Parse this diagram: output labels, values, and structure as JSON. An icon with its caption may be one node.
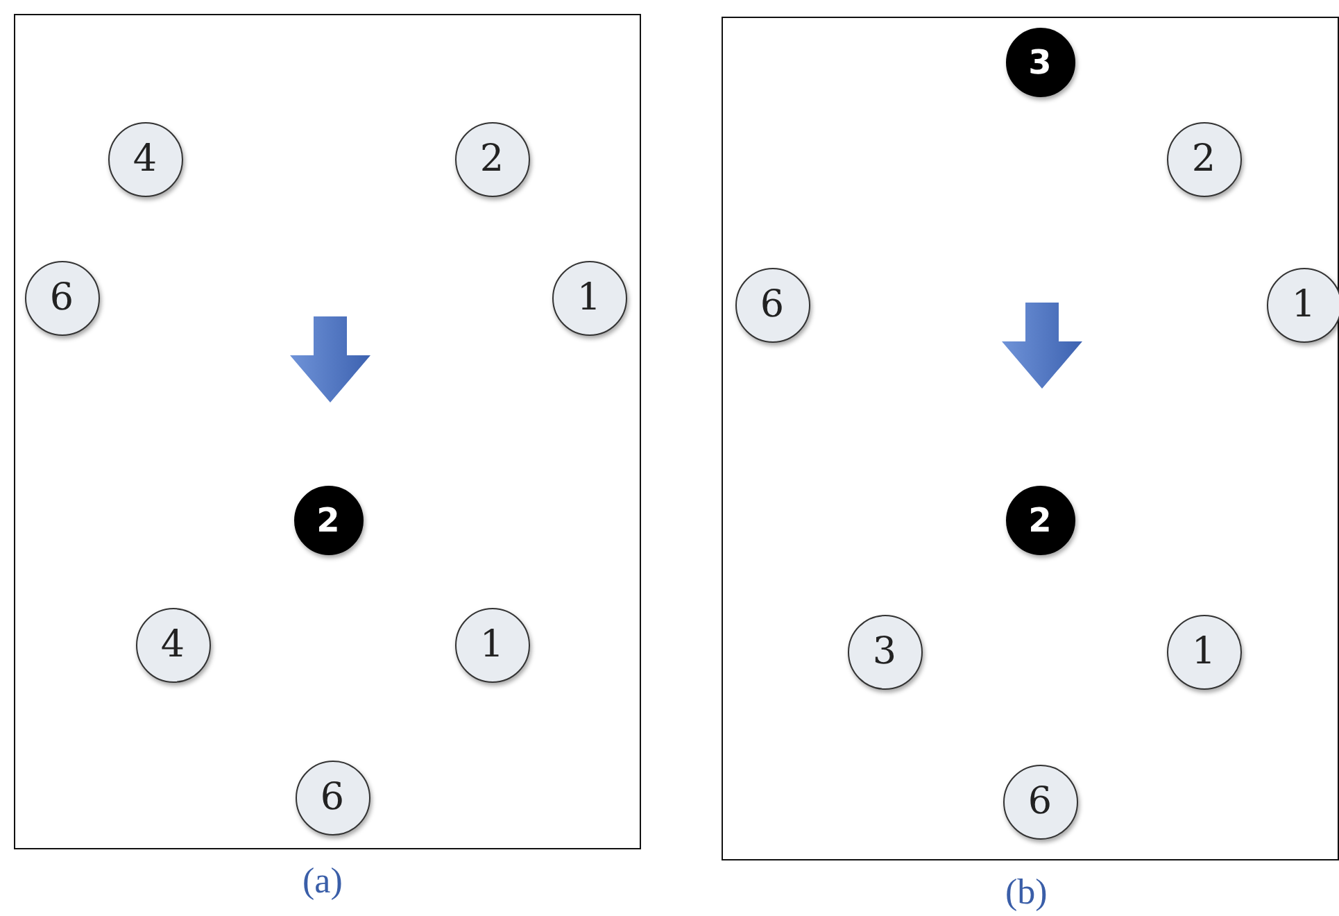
{
  "diagram": {
    "nodes": [
      {
        "text": [],
        "shape": "box",
        "beside": [
          "(a)"
        ]
      },
      {
        "text": [
          "4"
        ],
        "in": 0
      },
      {
        "text": [
          "2"
        ],
        "in": 0
      },
      {
        "text": [
          "6"
        ],
        "in": 0
      },
      {
        "text": [
          "1"
        ],
        "in": 0
      },
      {
        "text": [
          "2"
        ],
        "in": 0
      },
      {
        "text": [
          "4"
        ],
        "in": 0
      },
      {
        "text": [
          "1"
        ],
        "in": 0
      },
      {
        "text": [
          "6"
        ],
        "in": 0
      },
      {
        "text": [],
        "shape": "box",
        "beside": [
          "(b)"
        ]
      },
      {
        "text": [
          "3"
        ],
        "in": 9
      },
      {
        "text": [
          "2"
        ],
        "in": 9
      },
      {
        "text": [
          "6"
        ],
        "in": 9
      },
      {
        "text": [
          "1"
        ],
        "in": 9
      },
      {
        "text": [
          "2"
        ],
        "in": 9
      },
      {
        "text": [
          "3"
        ],
        "in": 9
      },
      {
        "text": [
          "1"
        ],
        "in": 9
      },
      {
        "text": [
          "6"
        ],
        "in": 9
      }
    ]
  }
}
